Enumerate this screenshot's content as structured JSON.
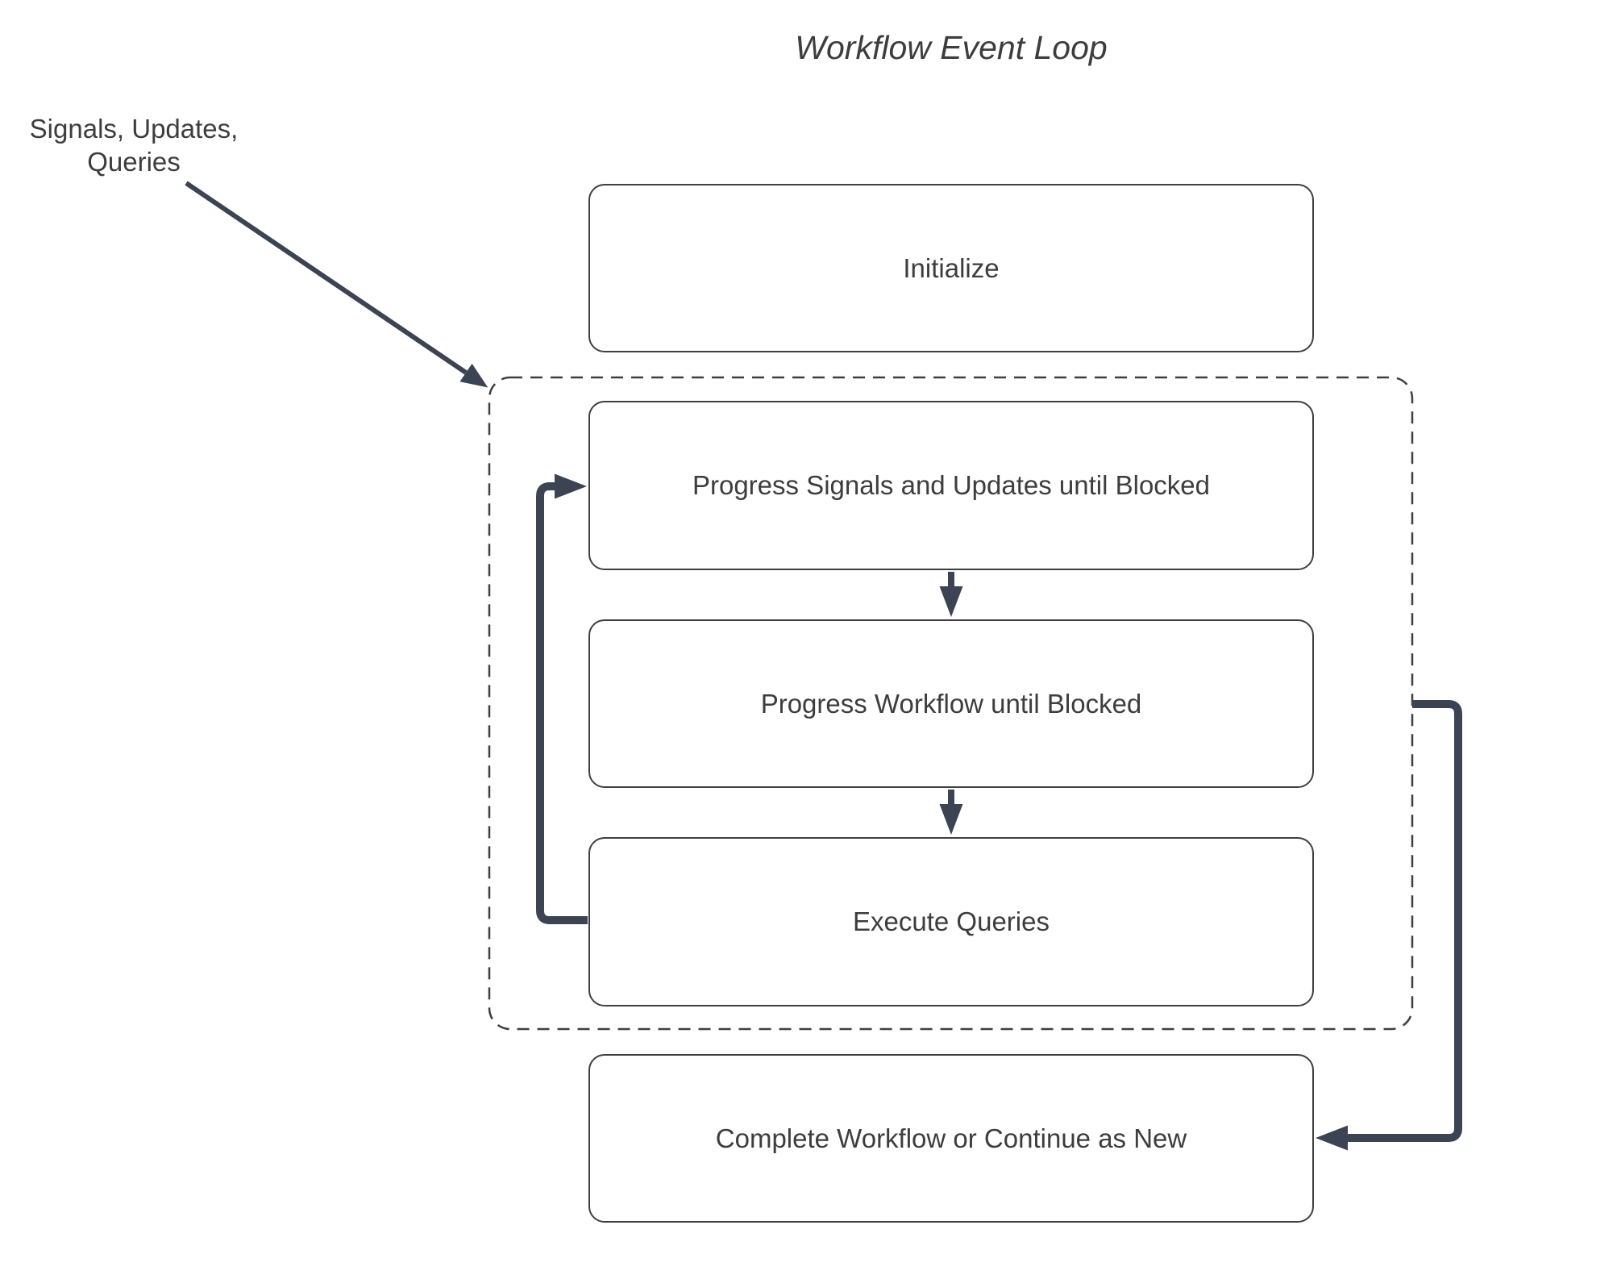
{
  "title": "Workflow Event Loop",
  "input_label": {
    "line1": "Signals, Updates,",
    "line2": "Queries"
  },
  "nodes": {
    "initialize": "Initialize",
    "progress_signals": "Progress Signals and Updates until Blocked",
    "progress_workflow": "Progress Workflow until Blocked",
    "execute_queries": "Execute Queries",
    "complete": "Complete Workflow or Continue as New"
  },
  "connectors": {
    "input_arrow": "signals-updates-queries-into-event-loop",
    "signals_to_workflow": "progress-signals-to-progress-workflow",
    "workflow_to_queries": "progress-workflow-to-execute-queries",
    "loopback": "execute-queries-back-to-progress-signals",
    "continue": "event-loop-to-complete-workflow"
  },
  "colors": {
    "arrow": "#3c4454",
    "border": "#3f3f3f",
    "text": "#3d3d3d",
    "background": "#ffffff"
  }
}
